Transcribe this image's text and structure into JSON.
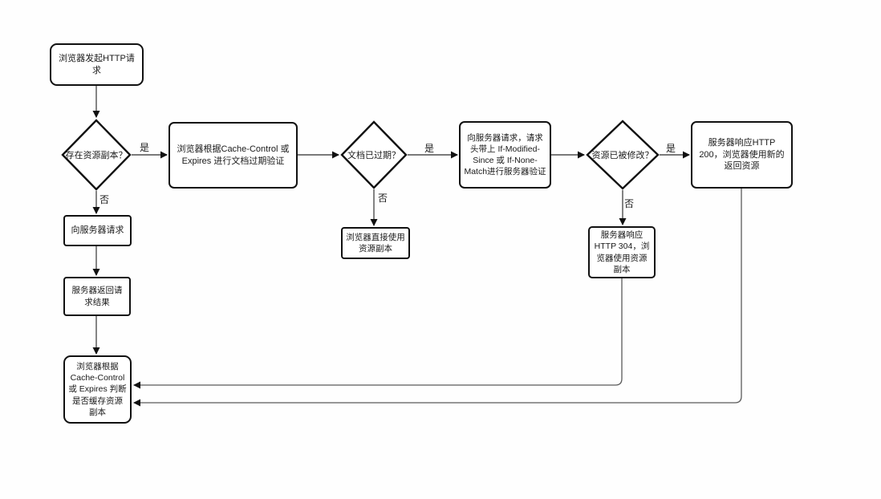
{
  "diagram": {
    "type": "flowchart",
    "topic": "browser-http-cache-flow",
    "colors": {
      "background": "#fefefe",
      "node_fill": "#ffffff",
      "node_stroke": "#111111",
      "connector": "#4f4f4f",
      "arrowhead": "#111111"
    },
    "edge_labels": {
      "yes": "是",
      "no": "否"
    },
    "nodes": [
      {
        "id": "start",
        "type": "process",
        "label": "浏览器发起HTTP请求"
      },
      {
        "id": "has-copy",
        "type": "decision",
        "label": "存在资源副本？"
      },
      {
        "id": "expiry-validation",
        "type": "process",
        "label": "浏览器根据Cache-Control 或 Expires 进行文档过期验证"
      },
      {
        "id": "doc-expired",
        "type": "decision",
        "label": "文档已过期？"
      },
      {
        "id": "conditional-request",
        "type": "process",
        "label": "向服务器请求，请求头带上 If-Modified-Since 或 If-None-Match进行服务器验证"
      },
      {
        "id": "resource-modified",
        "type": "decision",
        "label": "资源已被修改？"
      },
      {
        "id": "http-200",
        "type": "process",
        "label": "服务器响应HTTP 200，浏览器使用新的返回资源"
      },
      {
        "id": "use-copy",
        "type": "process",
        "label": "浏览器直接使用资源副本"
      },
      {
        "id": "request-server",
        "type": "process",
        "label": "向服务器请求"
      },
      {
        "id": "server-result",
        "type": "process",
        "label": "服务器返回请求结果"
      },
      {
        "id": "http-304",
        "type": "process",
        "label": "服务器响应HTTP 304，浏览器使用资源副本"
      },
      {
        "id": "cache-decision",
        "type": "process",
        "label": "浏览器根据Cache-Control 或 Expires 判断是否缓存资源副本"
      }
    ]
  }
}
